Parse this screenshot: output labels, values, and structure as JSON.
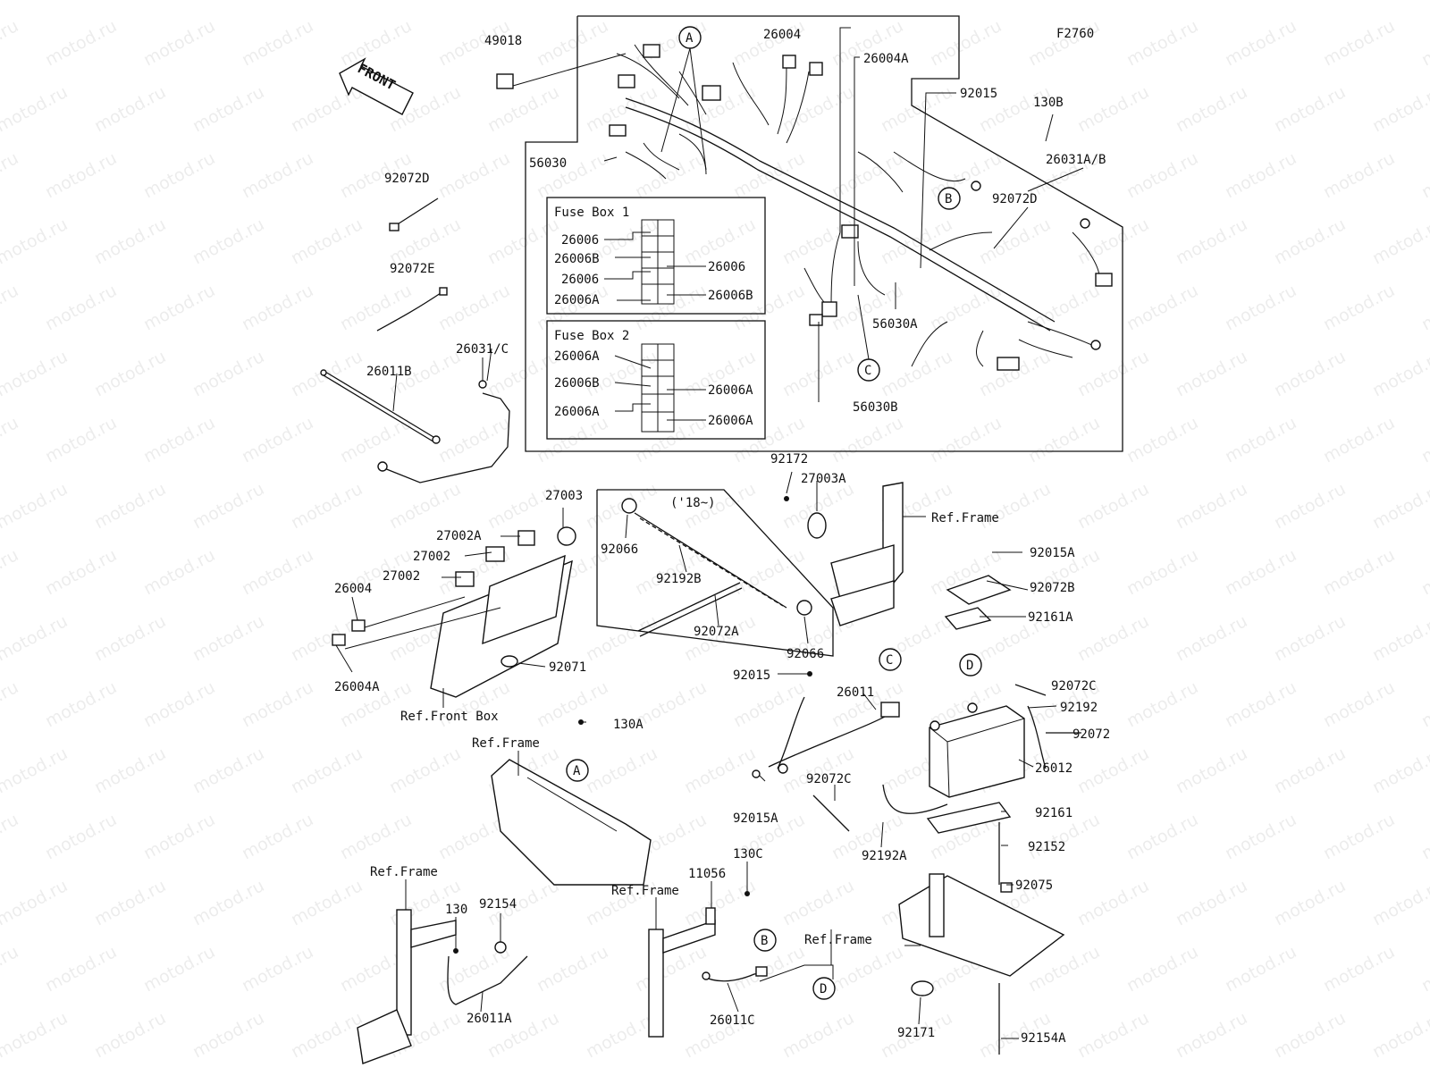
{
  "figure_code": "F2760",
  "front_label": "FRONT",
  "boxes": {
    "fuse_box_1": {
      "title": "Fuse Box 1",
      "left": [
        "26006",
        "26006B",
        "26006",
        "26006A"
      ],
      "right": [
        "26006",
        "26006B"
      ]
    },
    "fuse_box_2": {
      "title": "Fuse Box 2",
      "left": [
        "26006A",
        "26006B",
        "26006A"
      ],
      "right": [
        "26006A",
        "26006A"
      ]
    },
    "year_note": "('18~)"
  },
  "refs": [
    "A",
    "B",
    "C",
    "D"
  ],
  "labels": {
    "l49018": "49018",
    "l56030": "56030",
    "l26004_top": "26004",
    "l26004A_top": "26004A",
    "l92015_top": "92015",
    "l130B": "130B",
    "l26031AB": "26031A/B",
    "l92072D_r": "92072D",
    "l56030A": "56030A",
    "l56030B": "56030B",
    "l92072D_l": "92072D",
    "l92072E": "92072E",
    "l26031C": "26031/C",
    "l26011B": "26011B",
    "l92172": "92172",
    "l27003A": "27003A",
    "l27003": "27003",
    "l27002A": "27002A",
    "l27002_a": "27002",
    "l27002_b": "27002",
    "l26004_mid": "26004",
    "l26004A_mid": "26004A",
    "l92071": "92071",
    "l_front_box": "Ref.Front Box",
    "l92066_a": "92066",
    "l92192B": "92192B",
    "l92072A": "92072A",
    "l92066_b": "92066",
    "l_frame_1": "Ref.Frame",
    "l92015A_top": "92015A",
    "l92072B": "92072B",
    "l92161A": "92161A",
    "l92015_mid": "92015",
    "l26011": "26011",
    "l92192": "92192",
    "l92072C_r": "92072C",
    "l92072": "92072",
    "l26012": "26012",
    "l92015A_bot": "92015A",
    "l92072C_l": "92072C",
    "l92192A": "92192A",
    "l92161": "92161",
    "l92152": "92152",
    "l92075": "92075",
    "l130A": "130A",
    "l_frame_2": "Ref.Frame",
    "l_frame_3": "Ref.Frame",
    "l130": "130",
    "l92154": "92154",
    "l26011A": "26011A",
    "l_frame_4": "Ref.Frame",
    "l11056": "11056",
    "l130C": "130C",
    "l26011C": "26011C",
    "l_frame_5": "Ref.Frame",
    "l92171": "92171",
    "l92154A": "92154A"
  },
  "watermark": "motod.ru"
}
